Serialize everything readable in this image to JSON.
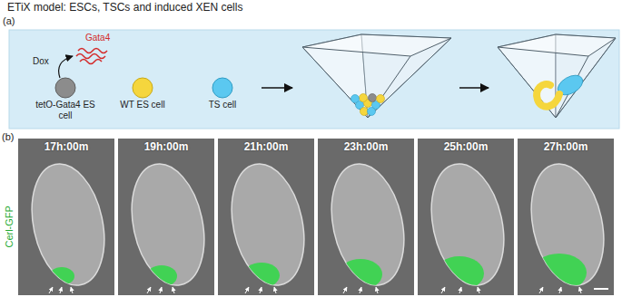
{
  "diagram": {
    "labels": [
      "ETiX model: ESCs, TSCs and induced XEN cells",
      "(a)",
      "Dox",
      "Gata4",
      "tetO-Gata4 ES cell",
      "WT ES cell",
      "TS cell",
      "(b)",
      "Cerl-GFP",
      "17h:00m",
      "19h:00m",
      "21h:00m",
      "23h:00m",
      "25h:00m",
      "27h:00m"
    ]
  }
}
